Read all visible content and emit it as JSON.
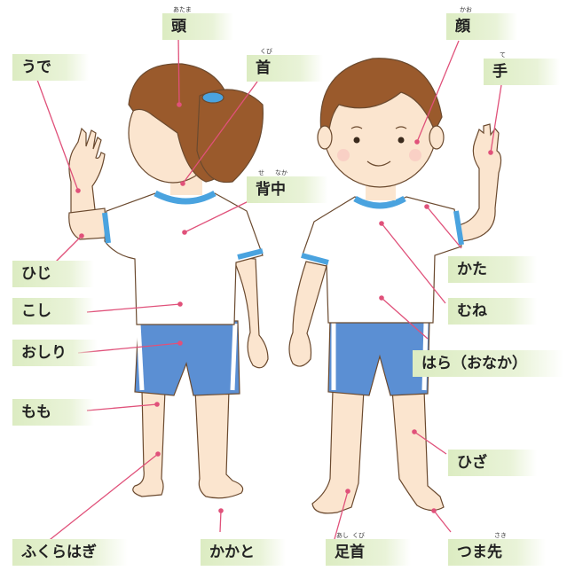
{
  "labels": {
    "atama": "頭",
    "atama_ruby": "あたま",
    "kao": "顔",
    "kao_ruby": "かお",
    "ude": "うで",
    "kubi": "首",
    "kubi_ruby": "くび",
    "te": "手",
    "te_ruby": "て",
    "senaka": "背中",
    "se_ruby": "せ",
    "naka_ruby": "なか",
    "hiji": "ひじ",
    "kata": "かた",
    "koshi": "こし",
    "mune": "むね",
    "oshiri": "おしり",
    "hara": "はら（おなか）",
    "momo": "もも",
    "hiza": "ひざ",
    "fukurahagi": "ふくらはぎ",
    "kakato": "かかと",
    "ashikubi": "足首",
    "ashi_ruby": "あし",
    "kubi2_ruby": "くび",
    "tsumasaki": "つま先",
    "saki_ruby": "さき"
  },
  "colors": {
    "line": "#e0517a",
    "label_bg": "#e4f0cf",
    "shirt": "#ffffff",
    "shorts": "#5b8fd3",
    "trim": "#4aa3df",
    "skin": "#fbe5cf",
    "hair": "#9a5a2c"
  }
}
